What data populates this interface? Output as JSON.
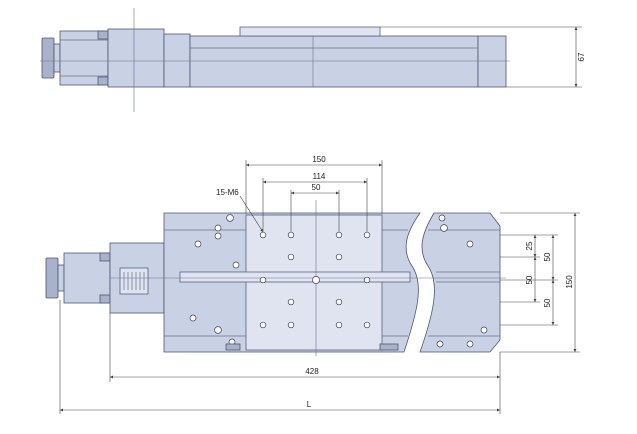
{
  "colors": {
    "body_fill": "#c9d1e4",
    "outline": "#4e5673",
    "dimension_line": "#444444",
    "background": "#ffffff"
  },
  "side_view": {
    "height_dimension": "67"
  },
  "top_view": {
    "holes_note": "15-M6",
    "dims_horizontal": {
      "plate_width": "150",
      "hole_span_outer": "114",
      "hole_span_inner": "50",
      "stage_body_length": "428",
      "overall_length": "L"
    },
    "dims_vertical": {
      "pitch_upper": "25",
      "pitch_a": "50",
      "pitch_b": "50",
      "pitch_c": "50",
      "overall_width": "150"
    }
  }
}
